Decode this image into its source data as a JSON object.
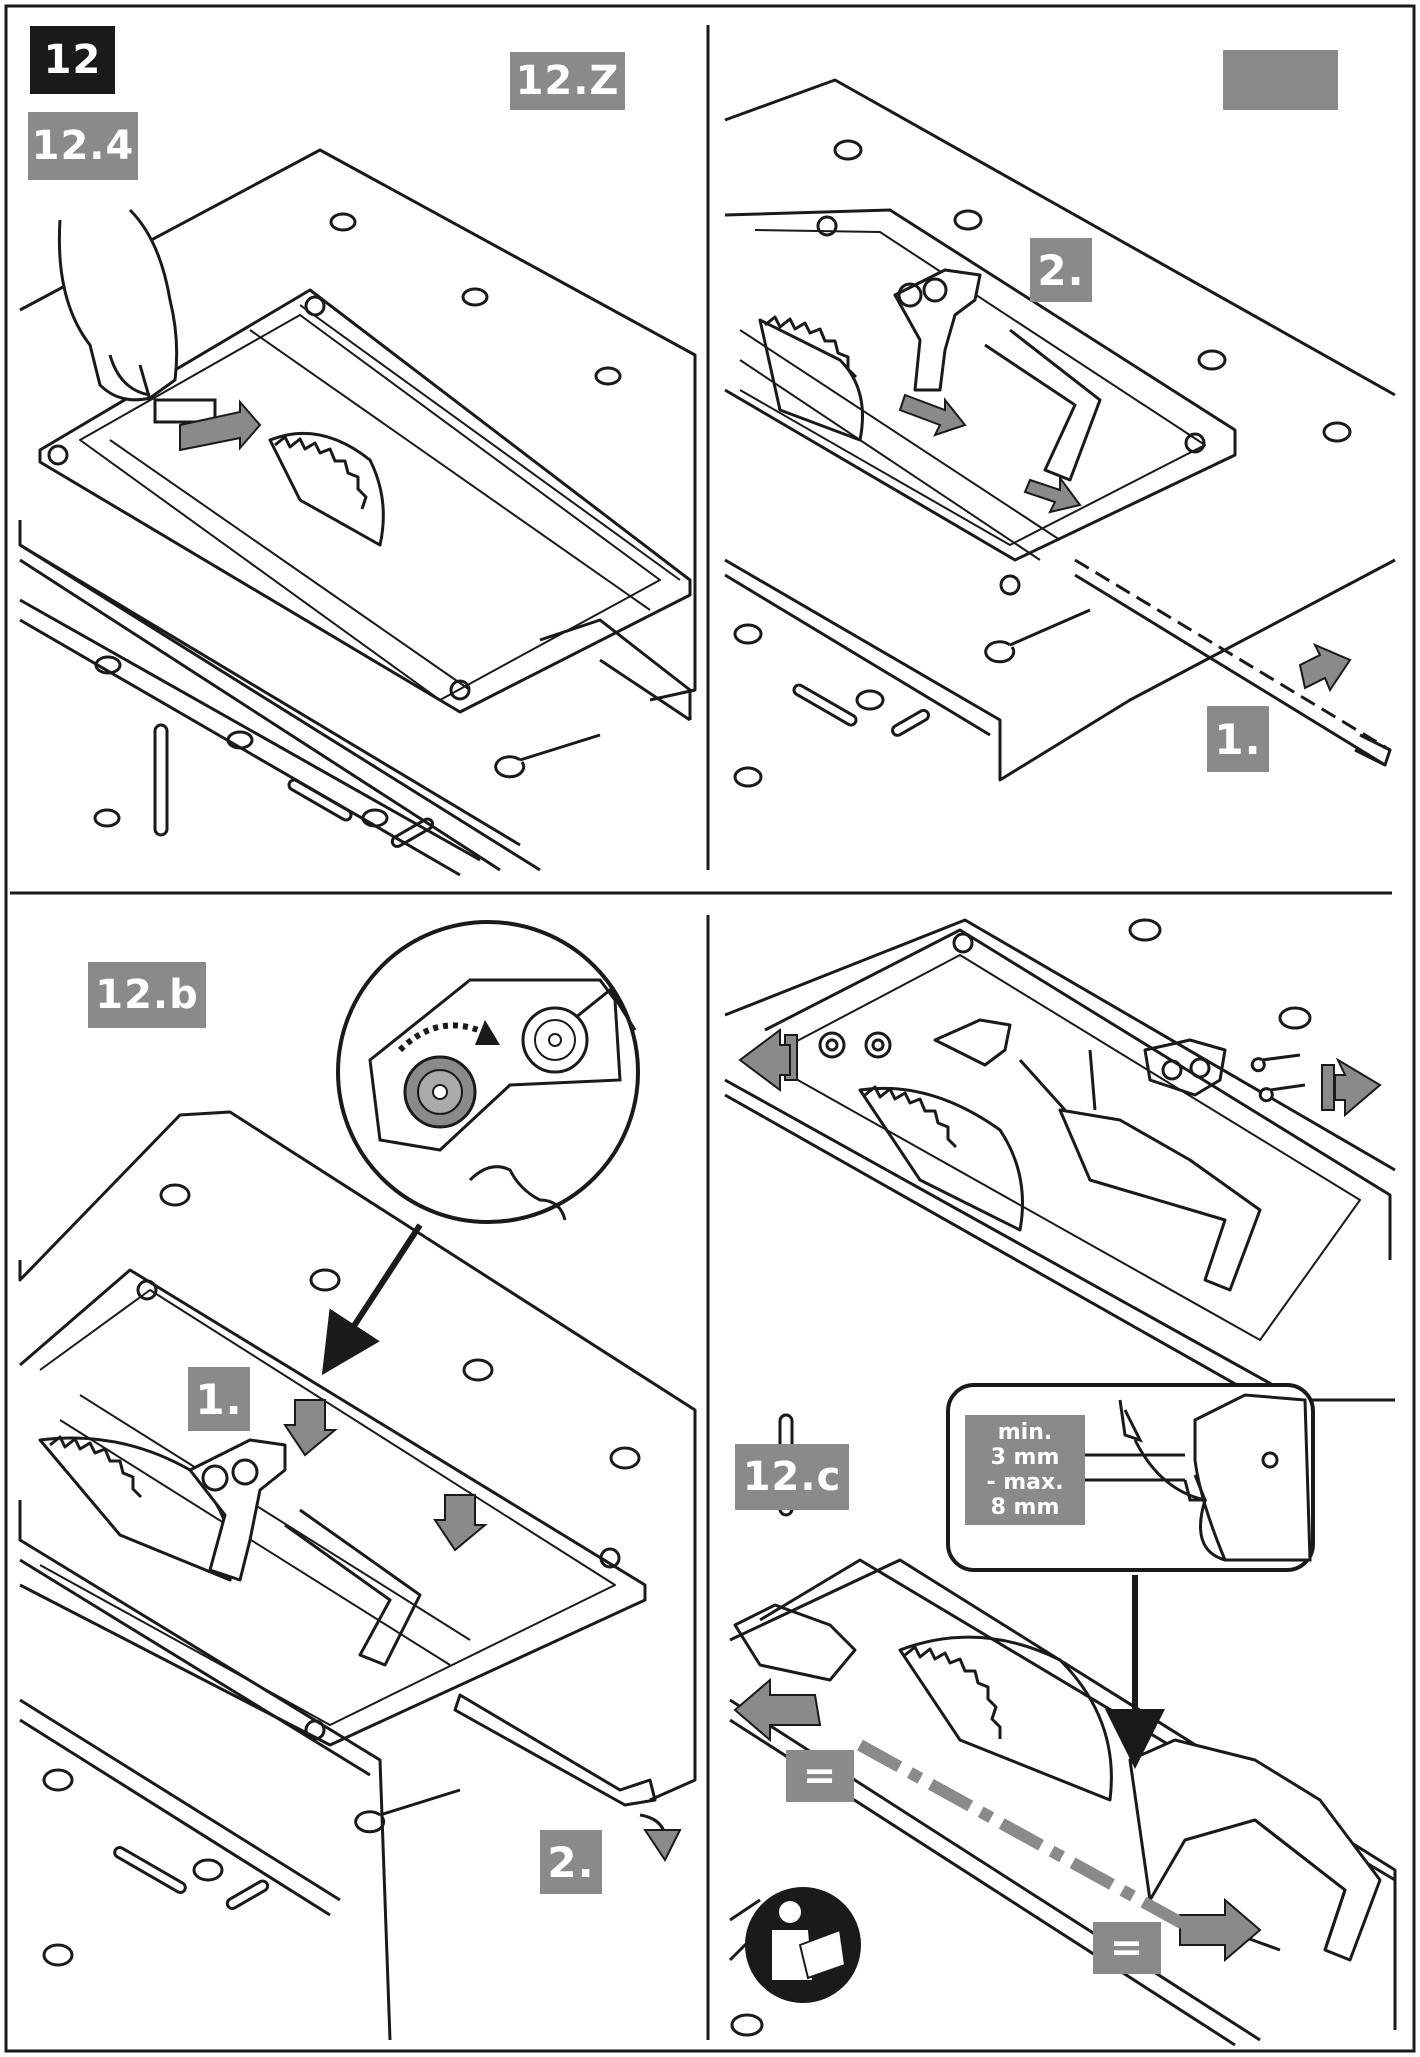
{
  "figure": {
    "main_label": "12",
    "panels": [
      {
        "label": "12.4"
      },
      {
        "label": "12.Z"
      },
      {
        "label": ""
      },
      {
        "label": "12.b"
      },
      {
        "label": "12.c"
      }
    ],
    "steps": {
      "tr_1": "1.",
      "tr_2": "2.",
      "bl_1": "1.",
      "bl_2": "2."
    },
    "gap_callout": [
      "min.",
      "3 mm",
      "- max.",
      "8 mm"
    ],
    "equal_marks": [
      "=",
      "="
    ]
  },
  "colors": {
    "label_grey": "#8a8a8a",
    "label_black": "#1a1a1a",
    "line": "#1a1a1a",
    "highlight": "#8a8a8a"
  },
  "icons": [
    "hand-icon",
    "push-arrow-icon",
    "rotation-arrow-icon",
    "read-manual-icon",
    "screw-icon",
    "nut-icon"
  ]
}
